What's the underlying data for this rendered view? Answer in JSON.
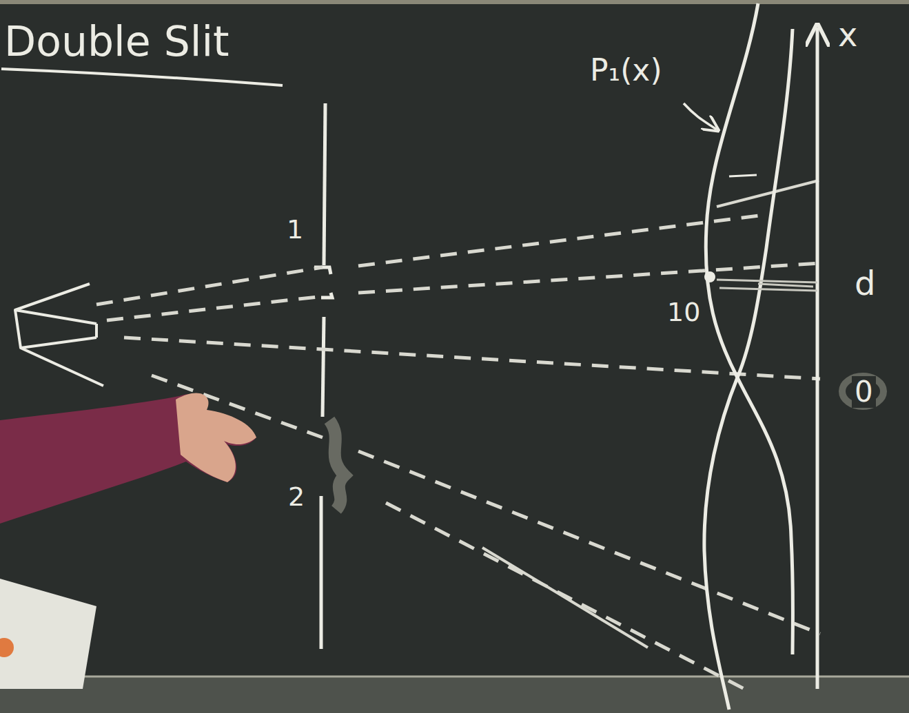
{
  "diagram": {
    "title": "Double Slit",
    "labels": [
      "P₁(x)",
      "x",
      "1",
      "2",
      "10",
      "d",
      "0"
    ]
  }
}
